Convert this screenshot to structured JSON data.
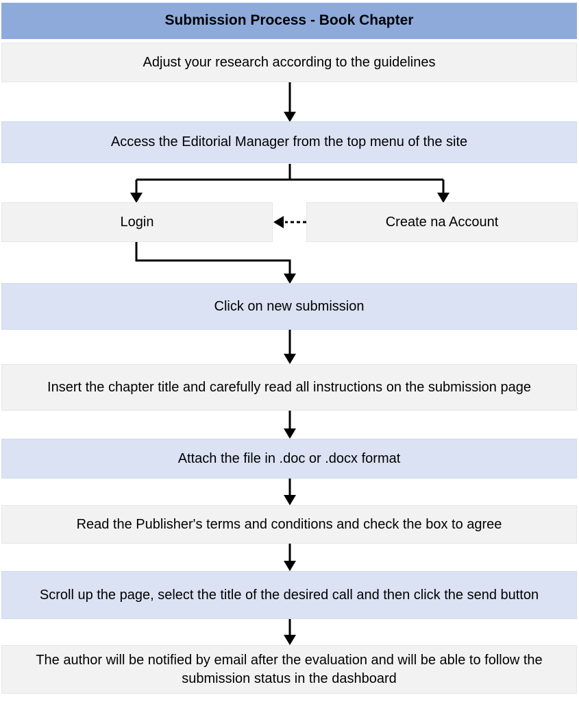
{
  "title": "Submission Process - Book Chapter",
  "colors": {
    "header_bg": "#8EAADB",
    "step_blue_bg": "#DAE2F3",
    "step_gray_bg": "#F2F2F2",
    "connector": "#000000",
    "text": "#000000"
  },
  "steps": [
    {
      "id": "adjust-guidelines",
      "label": "Adjust your research according to the guidelines",
      "variant": "gray"
    },
    {
      "id": "access-editorial-manager",
      "label": "Access the Editorial Manager from the top menu of the site",
      "variant": "blue"
    },
    {
      "id": "login",
      "label": "Login",
      "variant": "gray"
    },
    {
      "id": "create-account",
      "label": "Create na Account",
      "variant": "gray"
    },
    {
      "id": "new-submission",
      "label": "Click on new submission",
      "variant": "blue"
    },
    {
      "id": "insert-chapter-title",
      "label": "Insert the chapter title and carefully read all instructions on the submission page",
      "variant": "gray"
    },
    {
      "id": "attach-file",
      "label": "Attach the file in .doc or .docx format",
      "variant": "blue"
    },
    {
      "id": "read-terms",
      "label": "Read the Publisher's terms and conditions and check the box to agree",
      "variant": "gray"
    },
    {
      "id": "select-call-send",
      "label": "Scroll up the page, select the title of the desired call and then click the send button",
      "variant": "blue"
    },
    {
      "id": "author-notified",
      "label": "The author will be notified by email after the evaluation and will be able to follow the submission status in the dashboard",
      "variant": "gray"
    }
  ],
  "edges": [
    "title -> adjust-guidelines",
    "adjust-guidelines -> access-editorial-manager",
    "access-editorial-manager -> login",
    "access-editorial-manager -> create-account",
    "create-account -> login (dashed)",
    "login -> new-submission",
    "new-submission -> insert-chapter-title",
    "insert-chapter-title -> attach-file",
    "attach-file -> read-terms",
    "read-terms -> select-call-send",
    "select-call-send -> author-notified"
  ]
}
